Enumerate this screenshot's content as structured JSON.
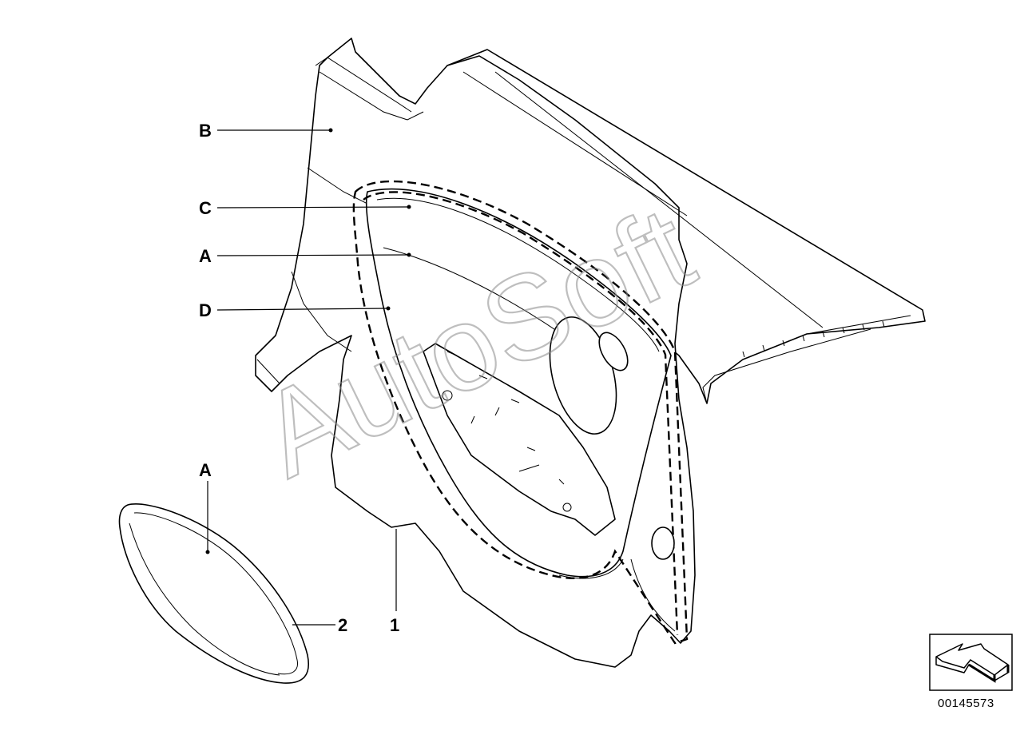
{
  "callouts": {
    "b": "B",
    "c": "C",
    "a_upper": "A",
    "d": "D",
    "a_lower": "A",
    "two": "2",
    "one": "1"
  },
  "document_number": "00145573",
  "watermark": "AutoSoft",
  "icons": {
    "orientation": "vehicle-orientation-arrow-icon"
  }
}
